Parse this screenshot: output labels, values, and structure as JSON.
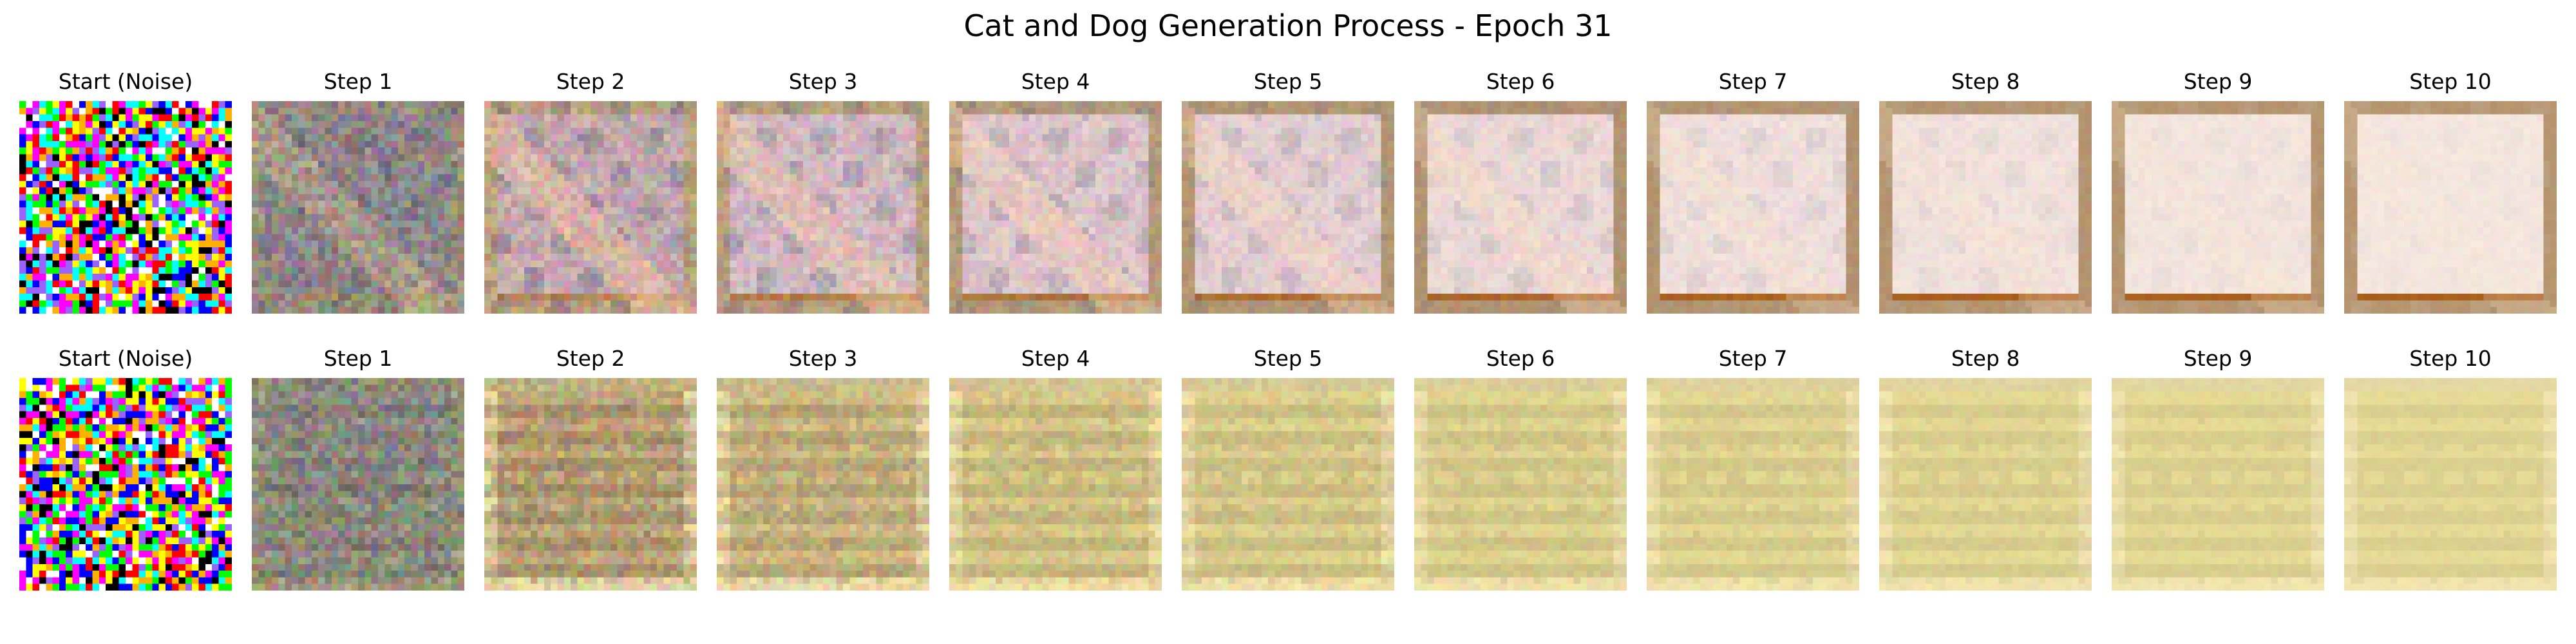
{
  "figure": {
    "title": "Cat and Dog Generation Process - Epoch 31"
  },
  "rows": [
    {
      "frames": [
        {
          "title": "Start (Noise)",
          "kind": "noise",
          "palette": [
            "#ff00ff",
            "#00ff00",
            "#0000ff",
            "#ffff00",
            "#00ffff",
            "#ff0000",
            "#ffffff",
            "#000000",
            "#ffb000",
            "#9a62ff"
          ]
        },
        {
          "title": "Step 1",
          "kind": "image",
          "denoise_level": 0.16,
          "palette": {
            "border": "#9a8f7d",
            "bg": "#8d8789",
            "accent": "#c0aa8a",
            "shadow": "#5f6272"
          }
        },
        {
          "title": "Step 2",
          "kind": "image",
          "denoise_level": 0.32,
          "palette": {
            "border": "#b9a07f",
            "bg": "#c2a8ad",
            "accent": "#f1c29e",
            "shadow": "#505a7a"
          }
        },
        {
          "title": "Step 3",
          "kind": "image",
          "denoise_level": 0.44,
          "palette": {
            "border": "#b89e7c",
            "bg": "#d1b8c0",
            "accent": "#f3c8a3",
            "shadow": "#566080"
          }
        },
        {
          "title": "Step 4",
          "kind": "image",
          "denoise_level": 0.55,
          "palette": {
            "border": "#b59a78",
            "bg": "#ddc4c8",
            "accent": "#f4d0b0",
            "shadow": "#667086"
          }
        },
        {
          "title": "Step 5",
          "kind": "image",
          "denoise_level": 0.64,
          "palette": {
            "border": "#b39672",
            "bg": "#e3cdd0",
            "accent": "#f5d6b8",
            "shadow": "#76808e"
          }
        },
        {
          "title": "Step 6",
          "kind": "image",
          "denoise_level": 0.72,
          "palette": {
            "border": "#b29370",
            "bg": "#ebd7d5",
            "accent": "#f6dcc0",
            "shadow": "#8b929d"
          }
        },
        {
          "title": "Step 7",
          "kind": "image",
          "denoise_level": 0.79,
          "palette": {
            "border": "#b3936f",
            "bg": "#efdedb",
            "accent": "#f6e0c8",
            "shadow": "#a0a3ab"
          }
        },
        {
          "title": "Step 8",
          "kind": "image",
          "denoise_level": 0.85,
          "palette": {
            "border": "#b4936e",
            "bg": "#f1e1dc",
            "accent": "#f6e2cc",
            "shadow": "#b6b6bb"
          }
        },
        {
          "title": "Step 9",
          "kind": "image",
          "denoise_level": 0.91,
          "palette": {
            "border": "#b5946e",
            "bg": "#f3e4dd",
            "accent": "#f7e5d0",
            "shadow": "#c8c6c8"
          }
        },
        {
          "title": "Step 10",
          "kind": "image",
          "denoise_level": 0.96,
          "palette": {
            "border": "#b6956f",
            "bg": "#f4e6de",
            "accent": "#f8e7d3",
            "shadow": "#d6d2d2"
          }
        }
      ]
    },
    {
      "frames": [
        {
          "title": "Start (Noise)",
          "kind": "noise",
          "palette": [
            "#ff00ff",
            "#00ff00",
            "#0000ff",
            "#ffff00",
            "#00ffff",
            "#ff0000",
            "#ffffff",
            "#000000",
            "#ffb000",
            "#9a62ff"
          ]
        },
        {
          "title": "Step 1",
          "kind": "image",
          "denoise_level": 0.16,
          "palette": {
            "border": "#9b967f",
            "bg": "#8f8d82",
            "accent": "#b9ae90",
            "shadow": "#67705f"
          }
        },
        {
          "title": "Step 2",
          "kind": "image",
          "denoise_level": 0.32,
          "palette": {
            "border": "#e3d3a0",
            "bg": "#bea67a",
            "accent": "#f1e7a8",
            "shadow": "#6d6546"
          }
        },
        {
          "title": "Step 3",
          "kind": "image",
          "denoise_level": 0.44,
          "palette": {
            "border": "#e8d9a3",
            "bg": "#cdb882",
            "accent": "#f3eaa9",
            "shadow": "#7a7350"
          }
        },
        {
          "title": "Step 4",
          "kind": "image",
          "denoise_level": 0.55,
          "palette": {
            "border": "#ecdda4",
            "bg": "#d8c888",
            "accent": "#f4ecac",
            "shadow": "#857e58"
          }
        },
        {
          "title": "Step 5",
          "kind": "image",
          "denoise_level": 0.64,
          "palette": {
            "border": "#eedfa6",
            "bg": "#dcce8c",
            "accent": "#f4edae",
            "shadow": "#8d865e"
          }
        },
        {
          "title": "Step 6",
          "kind": "image",
          "denoise_level": 0.72,
          "palette": {
            "border": "#efe1a8",
            "bg": "#dfd38f",
            "accent": "#f5eeb1",
            "shadow": "#938b63"
          }
        },
        {
          "title": "Step 7",
          "kind": "image",
          "denoise_level": 0.79,
          "palette": {
            "border": "#f0e2aa",
            "bg": "#e2d692",
            "accent": "#f5efb4",
            "shadow": "#979068"
          }
        },
        {
          "title": "Step 8",
          "kind": "image",
          "denoise_level": 0.85,
          "palette": {
            "border": "#f1e3ac",
            "bg": "#e4d894",
            "accent": "#f5f0b6",
            "shadow": "#9a936b"
          }
        },
        {
          "title": "Step 9",
          "kind": "image",
          "denoise_level": 0.91,
          "palette": {
            "border": "#f1e4ad",
            "bg": "#e5d995",
            "accent": "#f6f0b8",
            "shadow": "#9d966e"
          }
        },
        {
          "title": "Step 10",
          "kind": "image",
          "denoise_level": 0.96,
          "palette": {
            "border": "#f2e4ae",
            "bg": "#e6da96",
            "accent": "#f6f1b9",
            "shadow": "#a09970"
          }
        }
      ]
    }
  ]
}
